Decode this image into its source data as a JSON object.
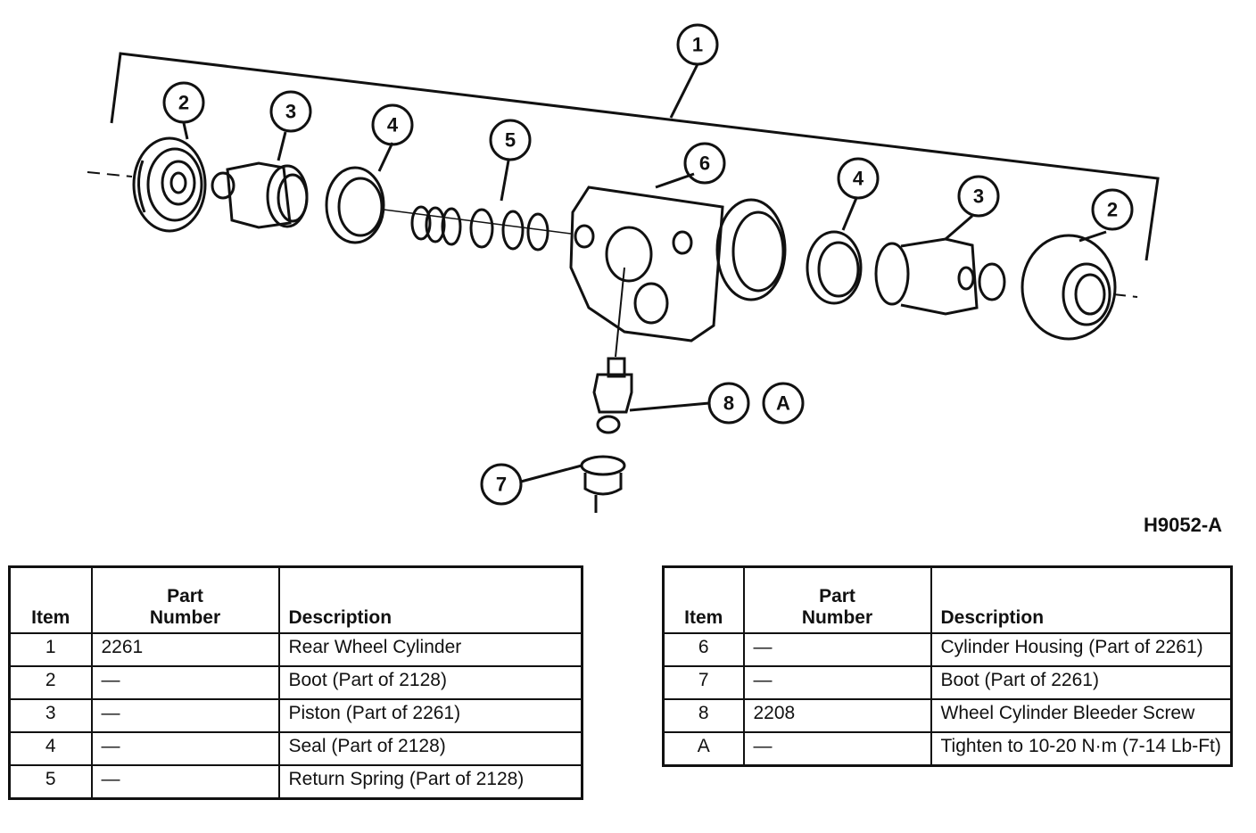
{
  "figure_id": "H9052-A",
  "callouts": {
    "c1": "1",
    "c2a": "2",
    "c3a": "3",
    "c4a": "4",
    "c5": "5",
    "c6": "6",
    "c4b": "4",
    "c3b": "3",
    "c2b": "2",
    "c7": "7",
    "c8": "8",
    "cA": "A"
  },
  "table_headers": {
    "item": "Item",
    "part_number_line1": "Part",
    "part_number_line2": "Number",
    "description": "Description"
  },
  "table_left_rows": [
    {
      "item": "1",
      "part": "2261",
      "description": "Rear Wheel Cylinder"
    },
    {
      "item": "2",
      "part": "—",
      "description": "Boot (Part of 2128)"
    },
    {
      "item": "3",
      "part": "—",
      "description": "Piston (Part of 2261)"
    },
    {
      "item": "4",
      "part": "—",
      "description": "Seal (Part of 2128)"
    },
    {
      "item": "5",
      "part": "—",
      "description": "Return Spring (Part of 2128)"
    }
  ],
  "table_right_rows": [
    {
      "item": "6",
      "part": "—",
      "description": "Cylinder Housing (Part of 2261)"
    },
    {
      "item": "7",
      "part": "—",
      "description": "Boot (Part of 2261)"
    },
    {
      "item": "8",
      "part": "2208",
      "description": "Wheel Cylinder Bleeder Screw"
    },
    {
      "item": "A",
      "part": "—",
      "description": "Tighten to 10-20 N·m (7-14 Lb-Ft)"
    }
  ]
}
